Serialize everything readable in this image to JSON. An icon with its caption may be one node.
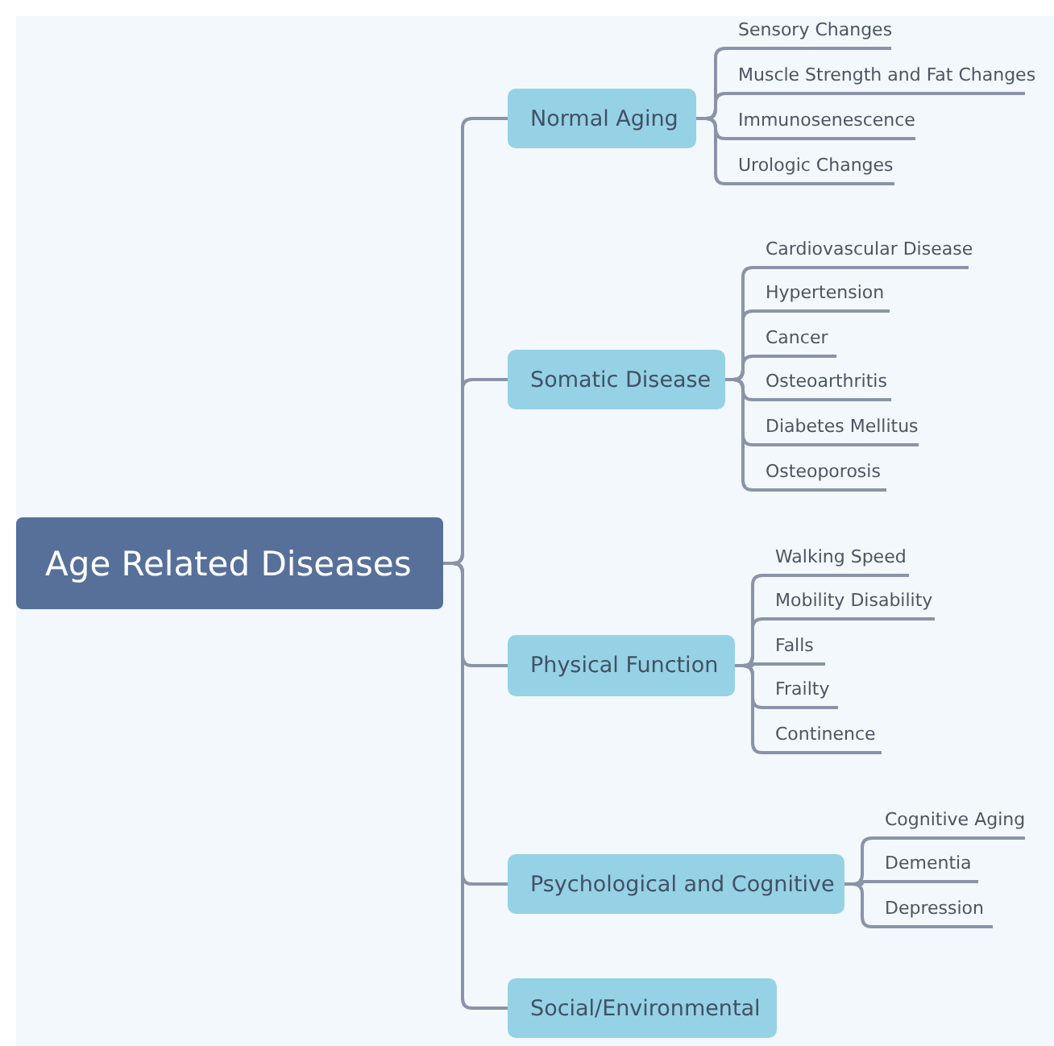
{
  "diagram": {
    "nodes": [
      {
        "text": [
          "Age Related Diseases"
        ]
      },
      {
        "text": [
          "Normal Aging"
        ]
      },
      {
        "text": [
          "Sensory Changes"
        ]
      },
      {
        "text": [
          "Muscle Strength and Fat Changes"
        ]
      },
      {
        "text": [
          "Immunosenescence"
        ]
      },
      {
        "text": [
          "Urologic Changes"
        ]
      },
      {
        "text": [
          "Somatic Disease"
        ]
      },
      {
        "text": [
          "Cardiovascular Disease"
        ]
      },
      {
        "text": [
          "Hypertension"
        ]
      },
      {
        "text": [
          "Cancer"
        ]
      },
      {
        "text": [
          "Osteoarthritis"
        ]
      },
      {
        "text": [
          "Diabetes Mellitus"
        ]
      },
      {
        "text": [
          "Osteoporosis"
        ]
      },
      {
        "text": [
          "Physical Function"
        ]
      },
      {
        "text": [
          "Walking Speed"
        ]
      },
      {
        "text": [
          "Mobility Disability"
        ]
      },
      {
        "text": [
          "Falls"
        ]
      },
      {
        "text": [
          "Frailty"
        ]
      },
      {
        "text": [
          "Continence"
        ]
      },
      {
        "text": [
          "Psychological and Cognitive"
        ]
      },
      {
        "text": [
          "Cognitive Aging"
        ]
      },
      {
        "text": [
          "Dementia"
        ]
      },
      {
        "text": [
          "Depression"
        ]
      },
      {
        "text": [
          "Social/Environmental"
        ]
      }
    ],
    "edges": [
      {
        "from": 0,
        "to": 1,
        "arrow": "none"
      },
      {
        "from": 0,
        "to": 6,
        "arrow": "none"
      },
      {
        "from": 0,
        "to": 13,
        "arrow": "none"
      },
      {
        "from": 0,
        "to": 19,
        "arrow": "none"
      },
      {
        "from": 0,
        "to": 23,
        "arrow": "none"
      },
      {
        "from": 1,
        "to": 2,
        "arrow": "none"
      },
      {
        "from": 1,
        "to": 3,
        "arrow": "none"
      },
      {
        "from": 1,
        "to": 4,
        "arrow": "none"
      },
      {
        "from": 1,
        "to": 5,
        "arrow": "none"
      },
      {
        "from": 6,
        "to": 7,
        "arrow": "none"
      },
      {
        "from": 6,
        "to": 8,
        "arrow": "none"
      },
      {
        "from": 6,
        "to": 9,
        "arrow": "none"
      },
      {
        "from": 6,
        "to": 10,
        "arrow": "none"
      },
      {
        "from": 6,
        "to": 11,
        "arrow": "none"
      },
      {
        "from": 6,
        "to": 12,
        "arrow": "none"
      },
      {
        "from": 13,
        "to": 14,
        "arrow": "none"
      },
      {
        "from": 13,
        "to": 15,
        "arrow": "none"
      },
      {
        "from": 13,
        "to": 16,
        "arrow": "none"
      },
      {
        "from": 13,
        "to": 17,
        "arrow": "none"
      },
      {
        "from": 13,
        "to": 18,
        "arrow": "none"
      },
      {
        "from": 19,
        "to": 20,
        "arrow": "none"
      },
      {
        "from": 19,
        "to": 21,
        "arrow": "none"
      },
      {
        "from": 19,
        "to": 22,
        "arrow": "none"
      }
    ]
  }
}
